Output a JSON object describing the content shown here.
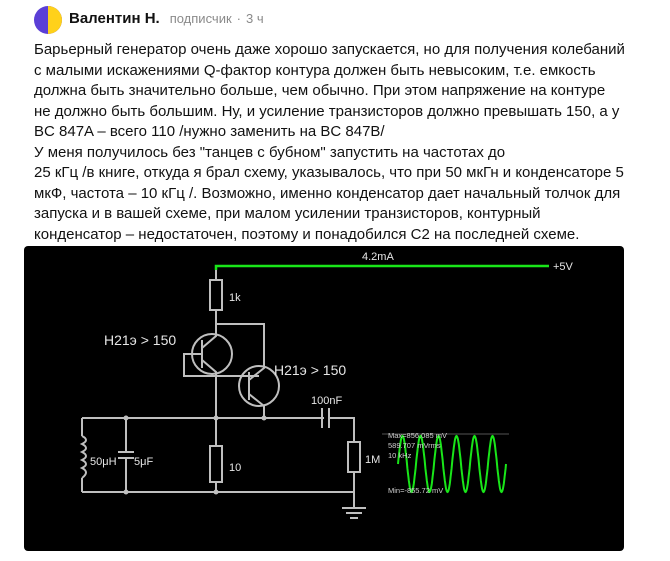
{
  "comment": {
    "author": "Валентин Н.",
    "badge": "подписчик",
    "separator": "·",
    "time": "3 ч",
    "lines": [
      "Барьерный генератор очень даже хорошо запускается, но для получения колебаний",
      "с малыми искажениями Q-фактор контура должен быть невысоким, т.е. емкость",
      "должна быть значительно больше, чем обычно. При этом напряжение на контуре",
      "не должно быть большим. Ну, и усиление транзисторов должно превышать 150, а у",
      "BC 847A – всего 110 /нужно заменить на BC 847B/",
      "У меня получилось без \"танцев с бубном\" запустить на частотах до",
      "25 кГц /в книге, откуда я брал схему, указывалось, что при 50 мкГн и конденсаторе 5",
      "мкФ, частота – 10 кГц /. Возможно, именно конденсатор дает начальный толчок для",
      "запуска и в вашей схеме, при малом усилении транзисторов, контурный",
      "конденсатор – недостаточен, поэтому и понадобился C2 на последней схеме."
    ]
  },
  "schematic": {
    "current_label": "4.2mA",
    "supply_label": "+5V",
    "r1_label": "1k",
    "q1_label": "H21э > 150",
    "q2_label": "H21э > 150",
    "c_coupling_label": "100nF",
    "l_label": "50μH",
    "c_tank_label": "5μF",
    "r2_label": "10",
    "r_load_label": "1M",
    "scope": {
      "max": "Max=856.085 mV",
      "rms": "589.707 mVrms",
      "freq": "10 kHz",
      "min": "Min=-855.72 mV",
      "cycles": 6
    },
    "colors": {
      "wire": "#bfbfbf",
      "supply_wire": "#19e619",
      "trace": "#19e619",
      "background": "#000000"
    }
  }
}
